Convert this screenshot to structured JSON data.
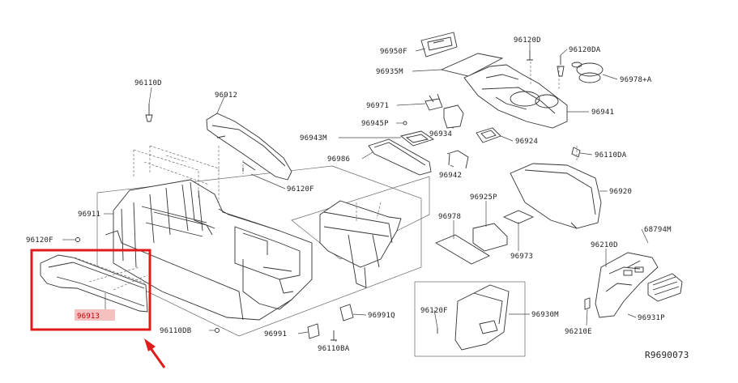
{
  "callouts": [
    {
      "id": "96950F",
      "label": "96950F"
    },
    {
      "id": "96120D",
      "label": "96120D"
    },
    {
      "id": "96120DA",
      "label": "96120DA"
    },
    {
      "id": "96935M",
      "label": "96935M"
    },
    {
      "id": "96978A",
      "label": "96978+A"
    },
    {
      "id": "96110D",
      "label": "96110D"
    },
    {
      "id": "96912",
      "label": "96912"
    },
    {
      "id": "96971",
      "label": "96971"
    },
    {
      "id": "96941",
      "label": "96941"
    },
    {
      "id": "96945P",
      "label": "96945P"
    },
    {
      "id": "96934",
      "label": "96934"
    },
    {
      "id": "96943M",
      "label": "96943M"
    },
    {
      "id": "96924",
      "label": "96924"
    },
    {
      "id": "96986",
      "label": "96986"
    },
    {
      "id": "96110DA",
      "label": "96110DA"
    },
    {
      "id": "96942",
      "label": "96942"
    },
    {
      "id": "96120F_top",
      "label": "96120F"
    },
    {
      "id": "96920",
      "label": "96920"
    },
    {
      "id": "96925P",
      "label": "96925P"
    },
    {
      "id": "96911",
      "label": "96911"
    },
    {
      "id": "96978",
      "label": "96978"
    },
    {
      "id": "68794M",
      "label": "68794M"
    },
    {
      "id": "96120F_left",
      "label": "96120F"
    },
    {
      "id": "96973",
      "label": "96973"
    },
    {
      "id": "96210D",
      "label": "96210D"
    },
    {
      "id": "96913",
      "label": "96913"
    },
    {
      "id": "96120F_box",
      "label": "96120F"
    },
    {
      "id": "96930M",
      "label": "96930M"
    },
    {
      "id": "96991Q",
      "label": "96991Q"
    },
    {
      "id": "96931P",
      "label": "96931P"
    },
    {
      "id": "96110DB",
      "label": "96110DB"
    },
    {
      "id": "96991",
      "label": "96991"
    },
    {
      "id": "96210E",
      "label": "96210E"
    },
    {
      "id": "96110BA",
      "label": "96110BA"
    }
  ],
  "drawing_code": "R9690073",
  "highlight": {
    "part": "96913",
    "color": "#e01b1b"
  }
}
